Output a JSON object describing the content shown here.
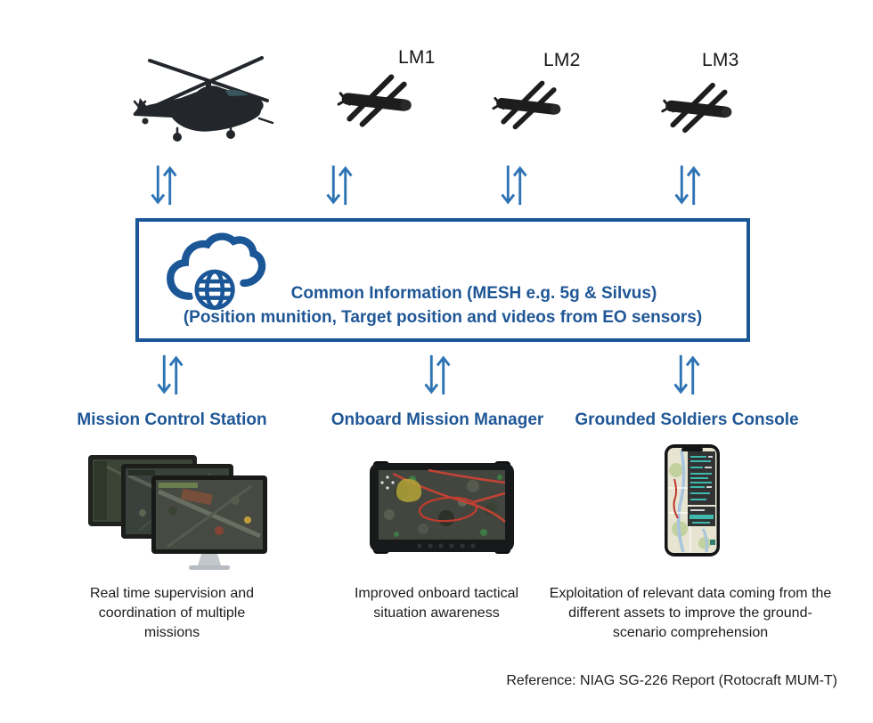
{
  "colors": {
    "primary_blue": "#1B5697",
    "text_blue": "#1F5796",
    "arrow_blue": "#2E74B5",
    "text_black": "#1C1C1C"
  },
  "icons": {
    "cloud_network": "cloud-with-globe",
    "updown_arrow": "bidirectional-vertical-arrows"
  },
  "aircraft": {
    "helicopter": "attack-helicopter",
    "lm_labels": [
      "LM1",
      "LM2",
      "LM3"
    ]
  },
  "hub": {
    "line1": "Common Information (MESH e.g. 5g & Silvus)",
    "line2": "(Position munition, Target position and videos from EO sensors)"
  },
  "stations": [
    {
      "title": "Mission Control Station",
      "description": "Real time supervision and coordination of multiple missions",
      "device": "triple-monitor-workstation"
    },
    {
      "title": "Onboard Mission Manager",
      "description": "Improved onboard tactical situation awareness",
      "device": "rugged-tablet"
    },
    {
      "title": "Grounded Soldiers Console",
      "description": "Exploitation of relevant data coming from the different assets to improve the ground-scenario comprehension",
      "device": "smartphone"
    }
  ],
  "reference": "Reference: NIAG SG-226 Report (Rotocraft MUM-T)"
}
